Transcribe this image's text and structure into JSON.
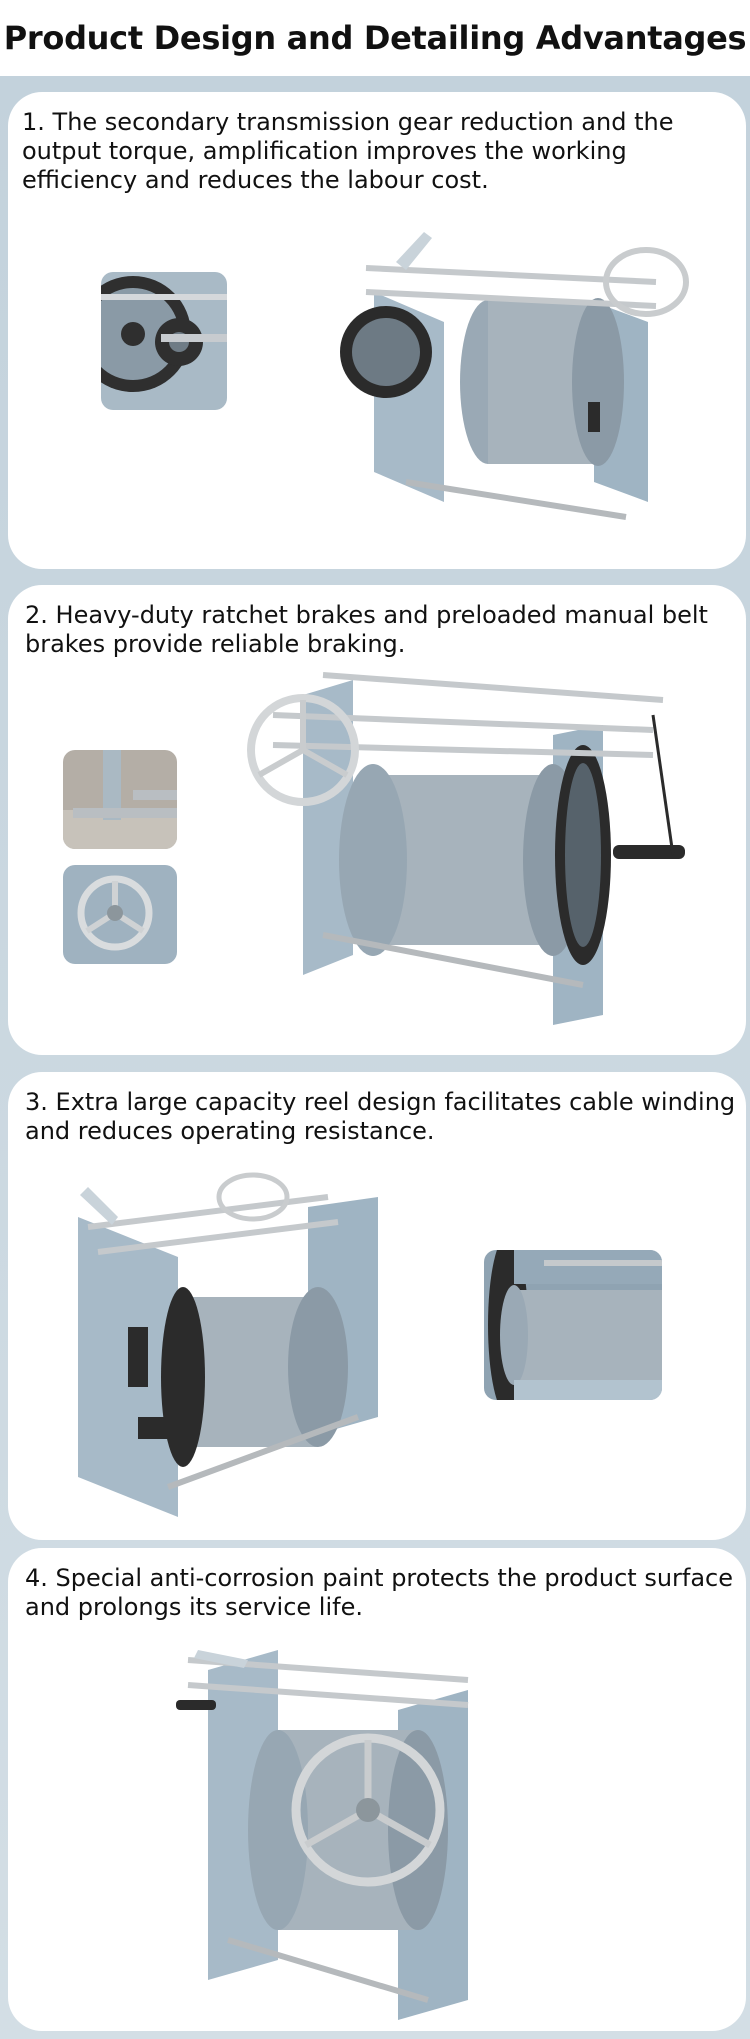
{
  "page": {
    "title": "Product Design and Detailing Advantages"
  },
  "sections": [
    {
      "text": "1. The secondary transmission gear reduction and the output torque, amplification improves the working efficiency and reduces the labour cost."
    },
    {
      "text": "2. Heavy-duty ratchet brakes and preloaded manual belt brakes provide reliable braking."
    },
    {
      "text": "3. Extra large capacity reel design facilitates cable winding and reduces operating resistance."
    },
    {
      "text": "4. Special anti-corrosion paint protects the product surface and prolongs its service life."
    }
  ],
  "colors": {
    "background": "#c9d6de",
    "card": "#ffffff",
    "machine_blue": "#9fb4c3",
    "steel": "#b8bcc0",
    "gear_black": "#2b2b2b"
  }
}
